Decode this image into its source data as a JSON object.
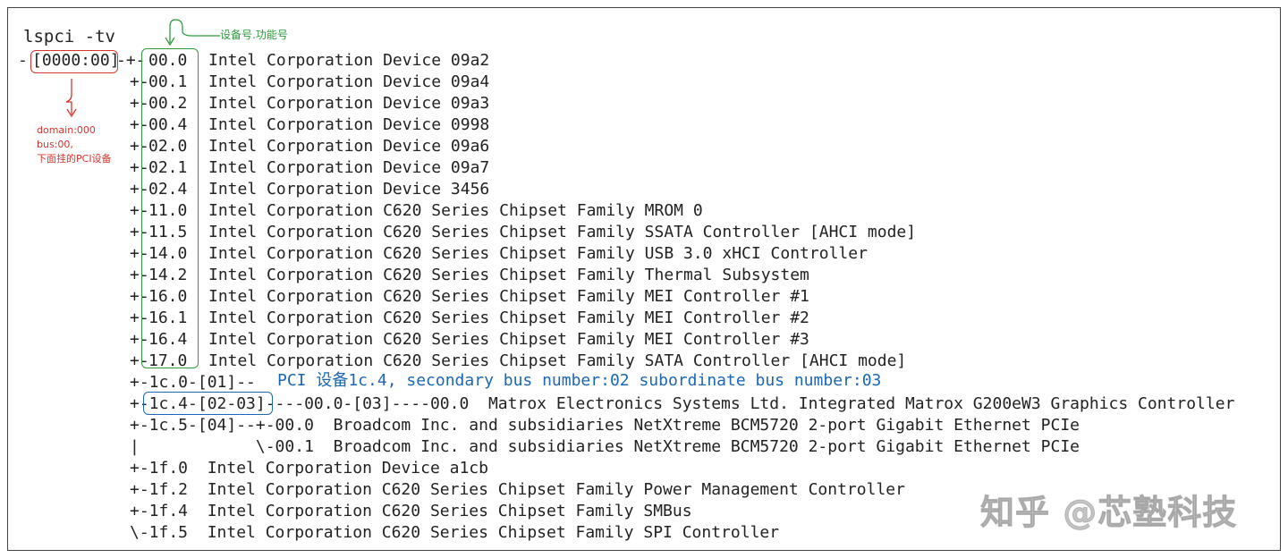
{
  "command": "lspci -tv",
  "root_prefix": "-",
  "root_domain": "[0000:00]",
  "first_connector": "-+-",
  "device_lines": [
    {
      "prefix": "+-",
      "slot": "00.0",
      "desc": "Intel Corporation Device 09a2"
    },
    {
      "prefix": "+-",
      "slot": "00.1",
      "desc": "Intel Corporation Device 09a4"
    },
    {
      "prefix": "+-",
      "slot": "00.2",
      "desc": "Intel Corporation Device 09a3"
    },
    {
      "prefix": "+-",
      "slot": "00.4",
      "desc": "Intel Corporation Device 0998"
    },
    {
      "prefix": "+-",
      "slot": "02.0",
      "desc": "Intel Corporation Device 09a6"
    },
    {
      "prefix": "+-",
      "slot": "02.1",
      "desc": "Intel Corporation Device 09a7"
    },
    {
      "prefix": "+-",
      "slot": "02.4",
      "desc": "Intel Corporation Device 3456"
    },
    {
      "prefix": "+-",
      "slot": "11.0",
      "desc": "Intel Corporation C620 Series Chipset Family MROM 0"
    },
    {
      "prefix": "+-",
      "slot": "11.5",
      "desc": "Intel Corporation C620 Series Chipset Family SSATA Controller [AHCI mode]"
    },
    {
      "prefix": "+-",
      "slot": "14.0",
      "desc": "Intel Corporation C620 Series Chipset Family USB 3.0 xHCI Controller"
    },
    {
      "prefix": "+-",
      "slot": "14.2",
      "desc": "Intel Corporation C620 Series Chipset Family Thermal Subsystem"
    },
    {
      "prefix": "+-",
      "slot": "16.0",
      "desc": "Intel Corporation C620 Series Chipset Family MEI Controller #1"
    },
    {
      "prefix": "+-",
      "slot": "16.1",
      "desc": "Intel Corporation C620 Series Chipset Family MEI Controller #2"
    },
    {
      "prefix": "+-",
      "slot": "16.4",
      "desc": "Intel Corporation C620 Series Chipset Family MEI Controller #3"
    },
    {
      "prefix": "+-",
      "slot": "17.0",
      "desc": "Intel Corporation C620 Series Chipset Family SATA Controller [AHCI mode]"
    }
  ],
  "bridge_lines": [
    {
      "text": "+-1c.0-[01]--"
    },
    {
      "text": "+-1c.4-[02-03]----00.0-[03]----00.0  Matrox Electronics Systems Ltd. Integrated Matrox G200eW3 Graphics Controller"
    },
    {
      "text": "+-1c.5-[04]--+-00.0  Broadcom Inc. and subsidiaries NetXtreme BCM5720 2-port Gigabit Ethernet PCIe"
    },
    {
      "text": "|            \\-00.1  Broadcom Inc. and subsidiaries NetXtreme BCM5720 2-port Gigabit Ethernet PCIe"
    },
    {
      "text": "+-1f.0  Intel Corporation Device a1cb"
    },
    {
      "text": "+-1f.2  Intel Corporation C620 Series Chipset Family Power Management Controller"
    },
    {
      "text": "+-1f.4  Intel Corporation C620 Series Chipset Family SMBus"
    },
    {
      "text": "\\-1f.5  Intel Corporation C620 Series Chipset Family SPI Controller"
    }
  ],
  "annotations": {
    "slot_function_label": "设备号.功能号",
    "domain_note": [
      "domain:000",
      "bus:00,",
      "下面挂的PCI设备"
    ],
    "bridge_note": "PCI 设备1c.4, secondary bus number:02 subordinate bus number:03"
  },
  "watermark": "知乎 @芯塾科技",
  "colors": {
    "green": "#2e9a3c",
    "red": "#d8342e",
    "blue": "#1b67b4",
    "text": "#222222"
  }
}
